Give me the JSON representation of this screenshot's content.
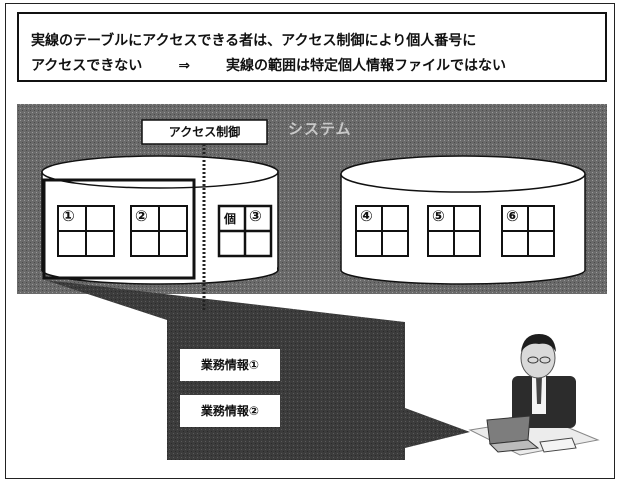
{
  "header": {
    "line1": "実線のテーブルにアクセスできる者は、アクセス制御により個人番号に",
    "line2_left": "アクセスできない",
    "arrow": "⇒",
    "line2_right": "実線の範囲は特定個人情報ファイルではない"
  },
  "system": {
    "label": "システム",
    "access_control": "アクセス制御"
  },
  "tables": {
    "t1": "①",
    "t2": "②",
    "t3": "③",
    "t4": "④",
    "t5": "⑤",
    "t6": "⑥",
    "personal": "個"
  },
  "business": {
    "info1": "業務情報①",
    "info2": "業務情報②"
  },
  "icons": [
    "office-worker-with-laptop-icon"
  ]
}
